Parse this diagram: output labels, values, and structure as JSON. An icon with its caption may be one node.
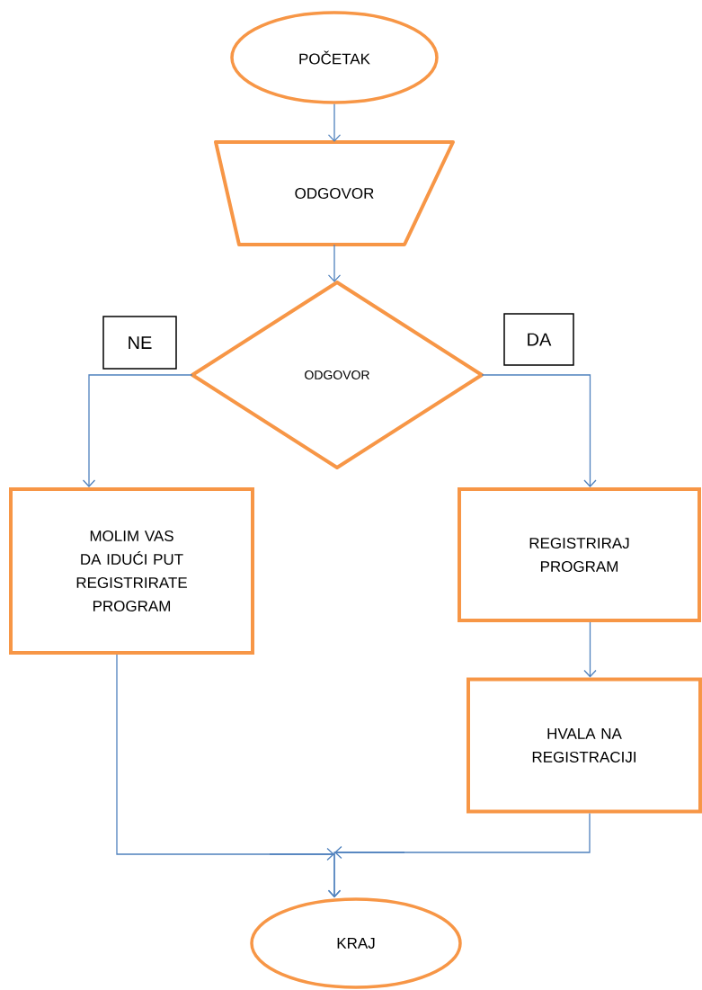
{
  "diagram": {
    "nodes": [
      {
        "text": [
          "POČETAK"
        ]
      },
      {
        "text": [
          "ODGOVOR"
        ]
      },
      {
        "text": [
          "ODGOVOR"
        ]
      },
      {
        "text": [
          "MOLIM VAS DA IDUĆI PUT REGISTRIRATE PROGRAM"
        ]
      },
      {
        "text": [
          "REGISTRIRAJ PROGRAM"
        ]
      },
      {
        "text": [
          "HVALA NA REGISTRACIJI"
        ]
      },
      {
        "text": [
          "KRAJ"
        ]
      }
    ],
    "edges": [
      {
        "from": 0,
        "to": 1,
        "arrow": "to"
      },
      {
        "from": 1,
        "to": 2,
        "arrow": "to"
      },
      {
        "from": 2,
        "to": 3,
        "arrow": "to",
        "label": "NE"
      },
      {
        "from": 2,
        "to": 4,
        "arrow": "to",
        "label": "DA"
      },
      {
        "from": 4,
        "to": 5,
        "arrow": "to"
      },
      {
        "from": 3,
        "to": 6,
        "arrow": "to"
      },
      {
        "from": 5,
        "to": 6,
        "arrow": "to"
      }
    ]
  }
}
